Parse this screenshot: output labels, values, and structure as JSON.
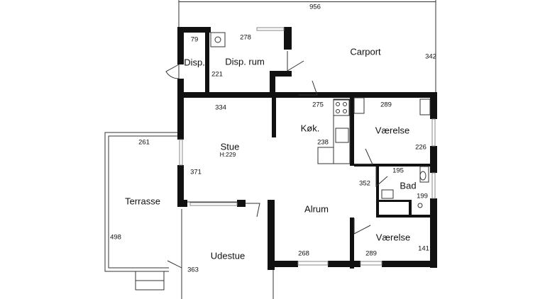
{
  "rooms": {
    "disp": "Disp.",
    "disp_rum": "Disp. rum",
    "carport": "Carport",
    "stue": "Stue",
    "stue_height": "H:229",
    "kok": "Køk.",
    "vaerelse_1": "Værelse",
    "terrasse": "Terrasse",
    "bad": "Bad",
    "alrum": "Alrum",
    "vaerelse_2": "Værelse",
    "udestue": "Udestue"
  },
  "dimensions": {
    "carport_width": "956",
    "disp_width": "79",
    "disp_rum_width": "278",
    "carport_depth": "342",
    "disp_rum_depth": "221",
    "stue_width": "334",
    "kok_width": "275",
    "vaerelse_1_width": "289",
    "terrasse_width": "261",
    "kok_depth": "238",
    "vaerelse_1_depth": "226",
    "bad_width": "195",
    "stue_depth": "371",
    "alrum_depth": "352",
    "bad_depth": "199",
    "terrasse_depth": "498",
    "vaerelse_2_depth": "141",
    "udestue_depth": "363",
    "alrum_width": "268",
    "vaerelse_2_width": "289"
  },
  "colors": {
    "wall": "#111111",
    "line": "#333333",
    "window": "#888888",
    "background": "#ffffff"
  }
}
